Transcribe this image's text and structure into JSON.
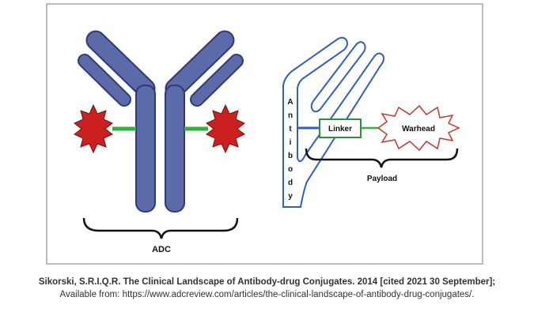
{
  "diagram": {
    "adc_label": "ADC",
    "linker_label": "Linker",
    "warhead_label": "Warhead",
    "payload_label": "Payload",
    "antibody_letters": [
      "A",
      "n",
      "t",
      "i",
      "b",
      "o",
      "d",
      "y"
    ],
    "colors": {
      "antibody_fill": "#5b6aa9",
      "antibody_stroke": "#2e3a78",
      "drug": "#cc1f1f",
      "drug_stroke": "#7a0d0d",
      "green_linker": "#2fb33b",
      "outline_blue": "#2f5fc1",
      "linker_box": "#2e8f3e",
      "warhead_outline": "#c0392b"
    }
  },
  "caption": {
    "line1": "Sikorski, S.R.I.Q.R. The Clinical Landscape of Antibody-drug Conjugates. 2014 [cited 2021 30 September];",
    "line2": "Available from: https://www.adcreview.com/articles/the-clinical-landscape-of-antibody-drug-conjugates/."
  }
}
